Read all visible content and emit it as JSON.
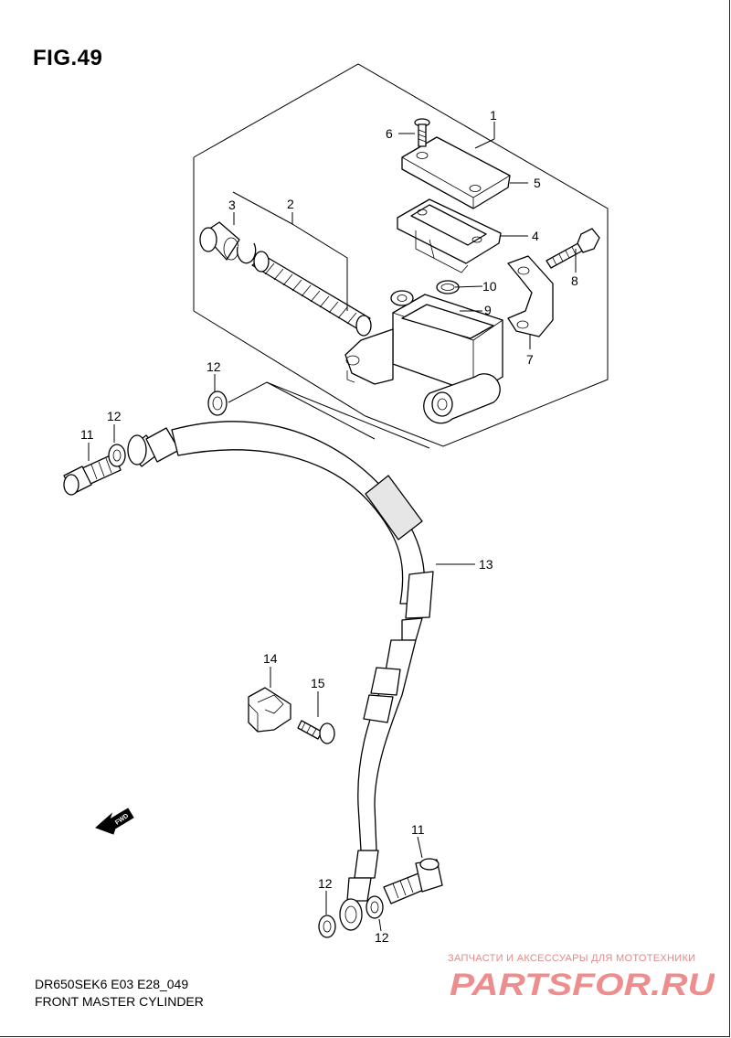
{
  "figure": {
    "title": "FIG.49",
    "model_code": "DR650SEK6 E03 E28_049",
    "name": "FRONT MASTER CYLINDER"
  },
  "callouts": {
    "c1": "1",
    "c2": "2",
    "c3": "3",
    "c4": "4",
    "c5": "5",
    "c6": "6",
    "c7": "7",
    "c8": "8",
    "c9": "9",
    "c10": "10",
    "c11a": "11",
    "c11b": "11",
    "c12a": "12",
    "c12b": "12",
    "c12c": "12",
    "c12d": "12",
    "c13": "13",
    "c14": "14",
    "c15": "15"
  },
  "fwd_label": "FWD",
  "watermark": {
    "tagline": "ЗАПЧАСТИ И АКСЕССУАРЫ ДЛЯ МОТОТЕХНИКИ",
    "logo_text": "PARTSFOR.RU",
    "color": "#e03030"
  }
}
